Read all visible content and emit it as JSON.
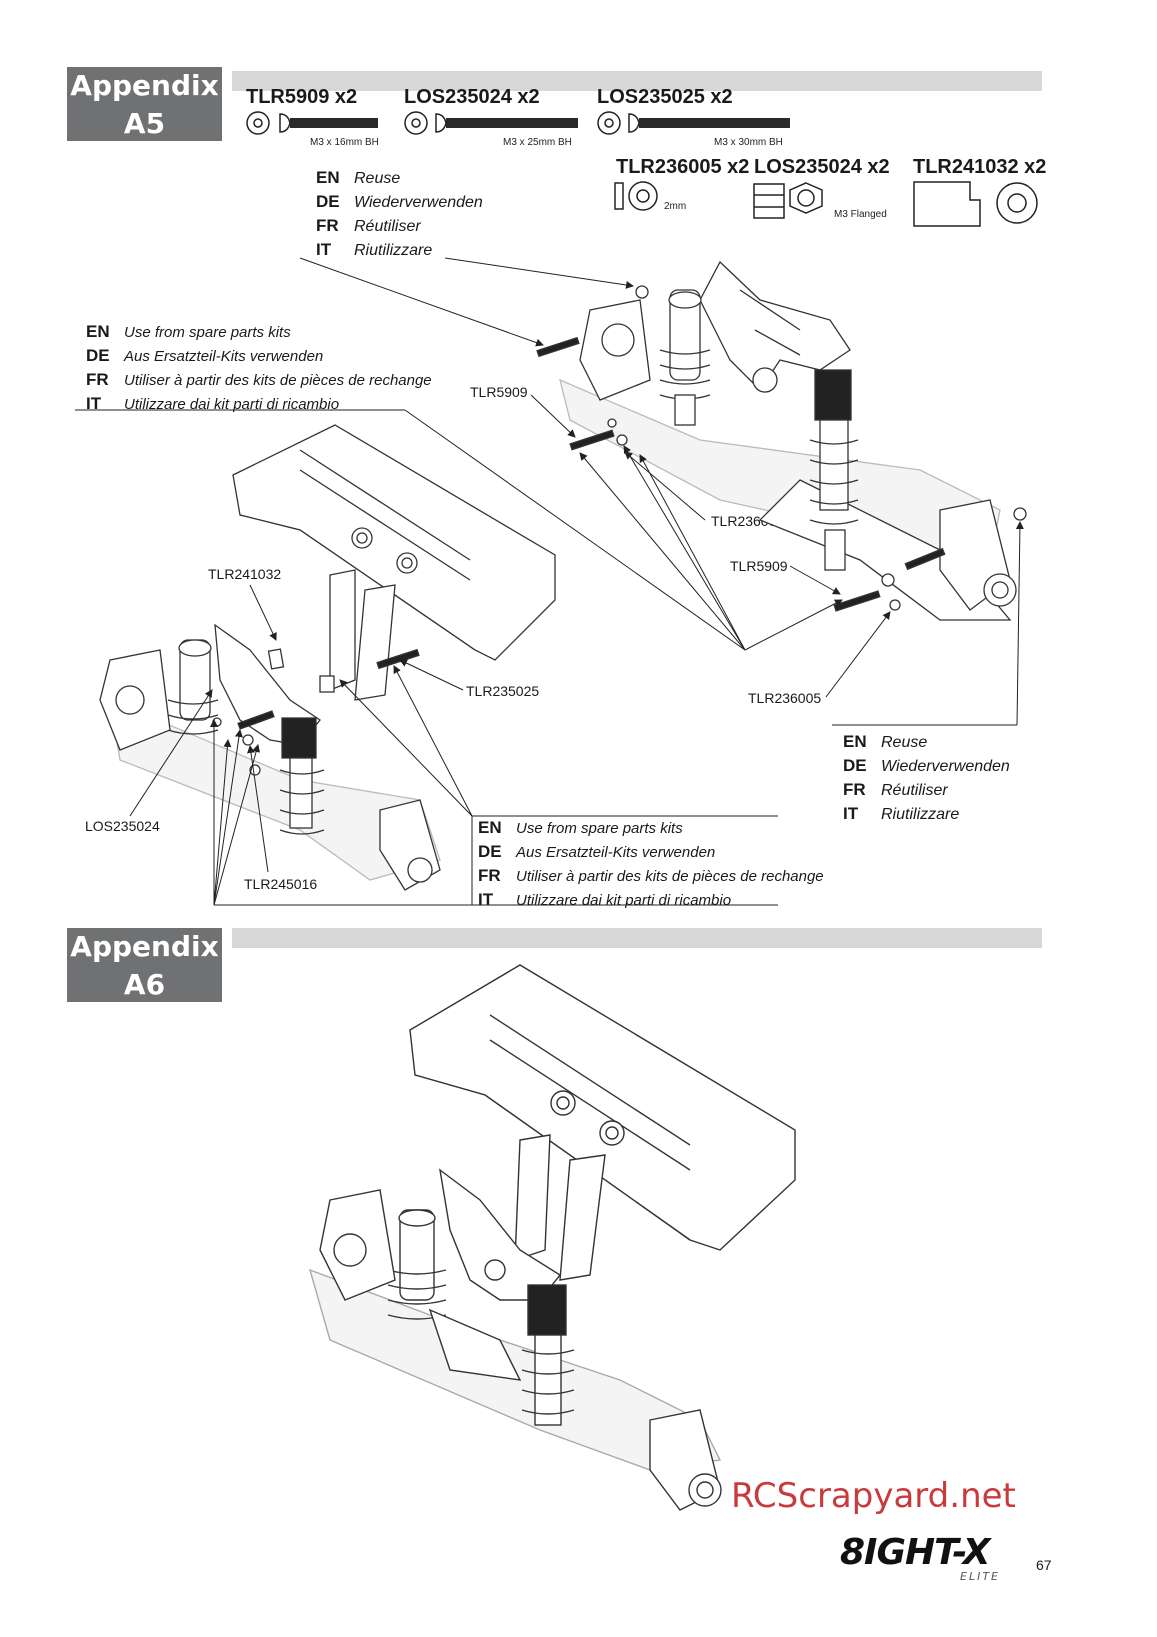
{
  "section_a5": {
    "title_line1": "Appendix",
    "title_line2": "A5",
    "parts_row1": [
      {
        "code": "TLR5909 x2",
        "note": "M3 x 16mm BH"
      },
      {
        "code": "LOS235024 x2",
        "note": "M3 x 25mm BH"
      },
      {
        "code": "LOS235025 x2",
        "note": "M3 x 30mm BH"
      }
    ],
    "parts_row2": [
      {
        "code": "TLR236005 x2",
        "note": "2mm"
      },
      {
        "code": "LOS235024 x2",
        "note": "M3 Flanged"
      },
      {
        "code": "TLR241032 x2",
        "note": ""
      }
    ],
    "reuse_block": [
      {
        "code": "EN",
        "text": "Reuse"
      },
      {
        "code": "DE",
        "text": "Wiederverwenden"
      },
      {
        "code": "FR",
        "text": "Réutiliser"
      },
      {
        "code": "IT",
        "text": "Riutilizzare"
      }
    ],
    "spare_block": [
      {
        "code": "EN",
        "text": "Use from spare parts kits"
      },
      {
        "code": "DE",
        "text": "Aus Ersatzteil-Kits verwenden"
      },
      {
        "code": "FR",
        "text": "Utiliser à partir des kits de pièces de rechange"
      },
      {
        "code": "IT",
        "text": "Utilizzare dai kit parti di ricambio"
      }
    ],
    "callouts": {
      "tlr5909_a": "TLR5909",
      "tlr236005_a": "TLR236005",
      "tlr5909_b": "TLR5909",
      "tlr236005_b": "TLR236005",
      "tlr241032": "TLR241032",
      "tlr235025": "TLR235025",
      "los235024": "LOS235024",
      "tlr245016": "TLR245016"
    }
  },
  "section_a6": {
    "title_line1": "Appendix",
    "title_line2": "A6"
  },
  "footer": {
    "watermark": "RCScrapyard.net",
    "brand": "8IGHT-X",
    "brand_sub": "ELITE",
    "page_number": "67"
  }
}
